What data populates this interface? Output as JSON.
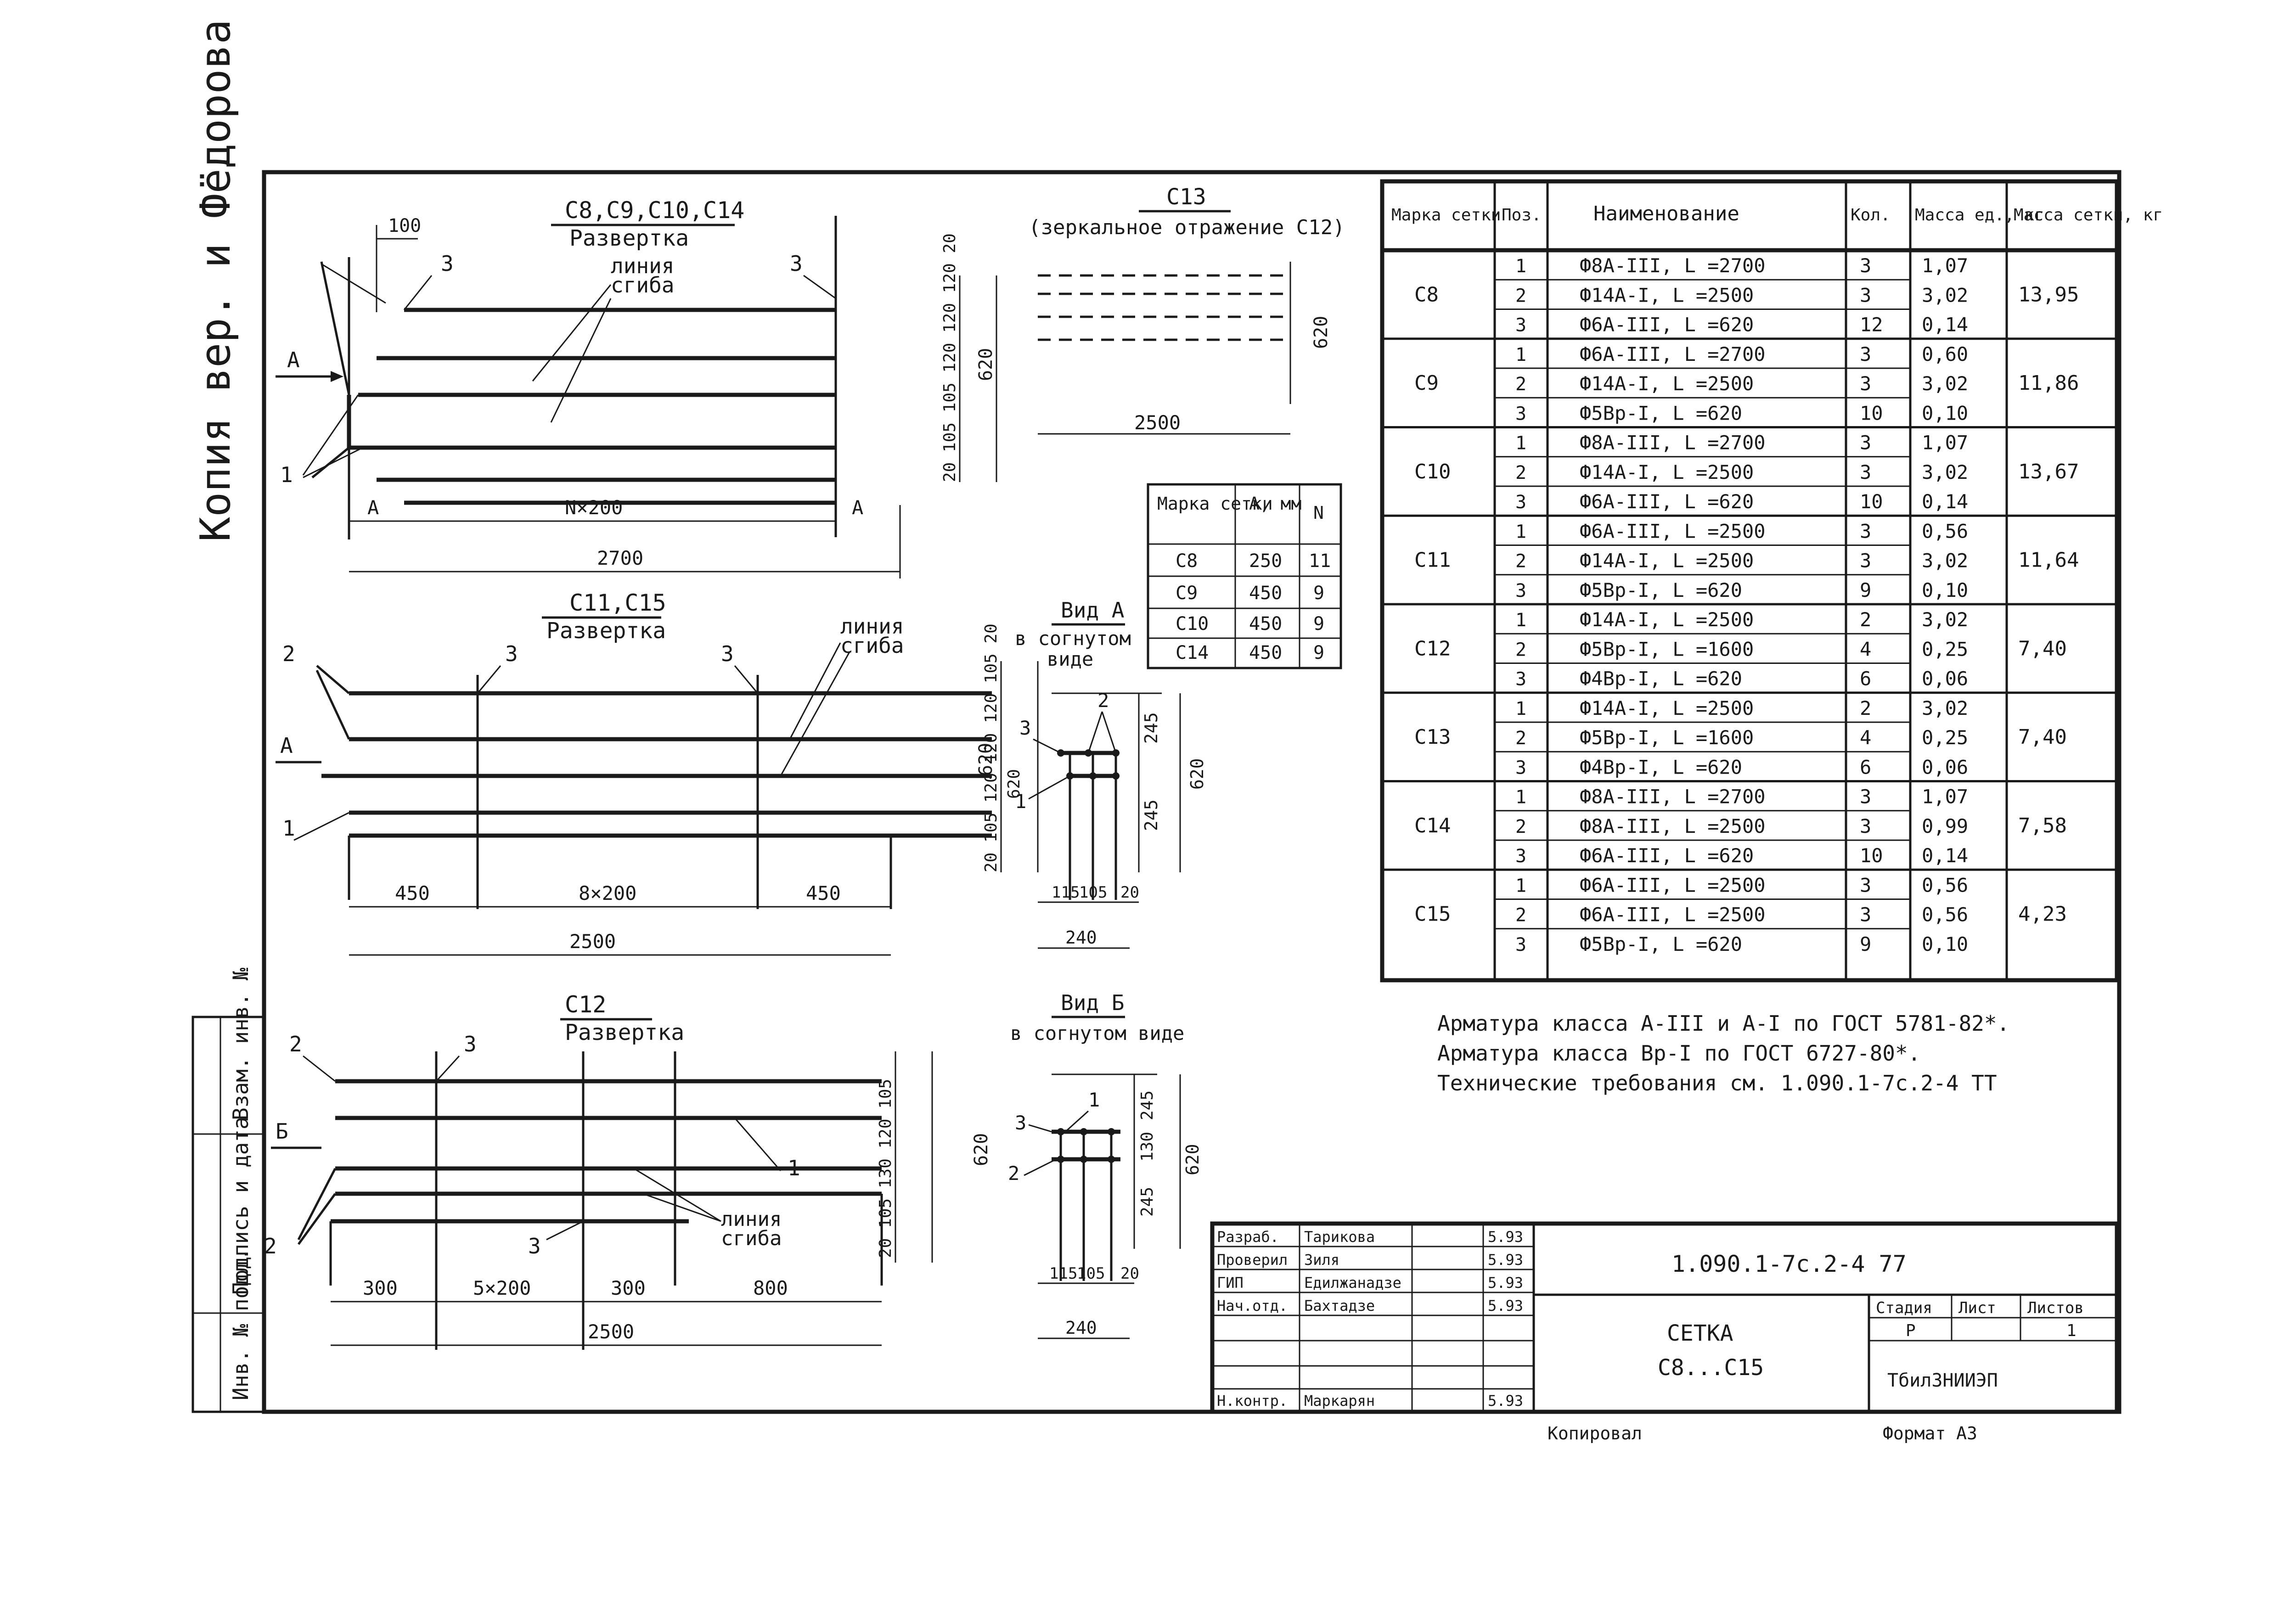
{
  "margin_text": {
    "copy_note": "Копия вер. и Фёдорова",
    "inv_no": "Инв. № подл.",
    "sign_date": "Подпись и дата",
    "replace_inv": "Взам. инв. №"
  },
  "drawing1": {
    "title": "С8,С9,С10,С14",
    "subtitle": "Развертка",
    "label_100": "100",
    "bend_line": "линия\nсгиба",
    "callout_3": "3",
    "callout_1": "1",
    "view_arrow": "А",
    "dims_vertical": [
      "20",
      "120",
      "120",
      "120",
      "105",
      "105",
      "20"
    ],
    "dim_total_v": "620",
    "dim_A_left": "А",
    "dim_mid": "N×200",
    "dim_A_right": "А",
    "dim_total": "2700"
  },
  "drawing_c13": {
    "title": "С13",
    "subtitle": "(зеркальное отражение С12)",
    "dim_v": "620",
    "dim_h": "2500"
  },
  "small_table": {
    "headers": [
      "Марка сетки",
      "А, мм",
      "N"
    ],
    "rows": [
      [
        "С8",
        "250",
        "11"
      ],
      [
        "С9",
        "450",
        "9"
      ],
      [
        "С10",
        "450",
        "9"
      ],
      [
        "С14",
        "450",
        "9"
      ]
    ]
  },
  "drawing2": {
    "title": "С11,С15",
    "subtitle": "Развертка",
    "callout_2": "2",
    "callout_3a": "3",
    "callout_3b": "3",
    "callout_1": "1",
    "view_arrow": "А",
    "bend_line": "линия\nсгиба",
    "dims_vertical": [
      "20",
      "105",
      "120",
      "120",
      "120",
      "105",
      "20"
    ],
    "dim_total_v": "620",
    "dim_left": "450",
    "dim_mid": "8×200",
    "dim_right": "450",
    "dim_total": "2500"
  },
  "view_a": {
    "title": "Вид А",
    "subtitle": "в согнутом\nвиде",
    "callout_2": "2",
    "callout_3": "3",
    "callout_1": "1",
    "dim_245a": "245",
    "dim_245b": "245",
    "dim_620": "620",
    "dim_115": "115",
    "dim_105": "105",
    "dim_20": "20",
    "dim_240": "240"
  },
  "drawing3": {
    "title": "С12",
    "subtitle": "Развертка",
    "callout_2a": "2",
    "callout_2b": "2",
    "callout_3a": "3",
    "callout_3b": "3",
    "callout_1": "1",
    "view_arrow": "Б",
    "bend_line": "линия\nсгиба",
    "dims_vertical": [
      "105",
      "120",
      "130",
      "105",
      "20"
    ],
    "dim_total_v": "620",
    "dim_300a": "300",
    "dim_mid": "5×200",
    "dim_300b": "300",
    "dim_800": "800",
    "dim_total": "2500"
  },
  "view_b": {
    "title": "Вид Б",
    "subtitle": "в согнутом виде",
    "callout_1": "1",
    "callout_2": "2",
    "callout_3": "3",
    "dim_245a": "245",
    "dim_130": "130",
    "dim_245b": "245",
    "dim_620": "620",
    "dim_115": "115",
    "dim_105": "105",
    "dim_20": "20",
    "dim_240": "240"
  },
  "spec_table": {
    "headers": [
      "Марка сетки",
      "Поз.",
      "Наименование",
      "Кол.",
      "Масса ед., кг",
      "Масса сетки, кг"
    ],
    "groups": [
      {
        "mark": "С8",
        "mass": "13,95",
        "rows": [
          [
            "1",
            "Ф8А-III, L =2700",
            "3",
            "1,07"
          ],
          [
            "2",
            "Ф14А-I, L =2500",
            "3",
            "3,02"
          ],
          [
            "3",
            "Ф6А-III, L =620",
            "12",
            "0,14"
          ]
        ]
      },
      {
        "mark": "С9",
        "mass": "11,86",
        "rows": [
          [
            "1",
            "Ф6А-III, L =2700",
            "3",
            "0,60"
          ],
          [
            "2",
            "Ф14А-I, L =2500",
            "3",
            "3,02"
          ],
          [
            "3",
            "Ф5Вр-I, L =620",
            "10",
            "0,10"
          ]
        ]
      },
      {
        "mark": "С10",
        "mass": "13,67",
        "rows": [
          [
            "1",
            "Ф8А-III, L =2700",
            "3",
            "1,07"
          ],
          [
            "2",
            "Ф14А-I, L =2500",
            "3",
            "3,02"
          ],
          [
            "3",
            "Ф6А-III, L =620",
            "10",
            "0,14"
          ]
        ]
      },
      {
        "mark": "С11",
        "mass": "11,64",
        "rows": [
          [
            "1",
            "Ф6А-III, L =2500",
            "3",
            "0,56"
          ],
          [
            "2",
            "Ф14А-I, L =2500",
            "3",
            "3,02"
          ],
          [
            "3",
            "Ф5Вр-I, L =620",
            "9",
            "0,10"
          ]
        ]
      },
      {
        "mark": "С12",
        "mass": "7,40",
        "rows": [
          [
            "1",
            "Ф14А-I, L =2500",
            "2",
            "3,02"
          ],
          [
            "2",
            "Ф5Вр-I, L =1600",
            "4",
            "0,25"
          ],
          [
            "3",
            "Ф4Вр-I, L =620",
            "6",
            "0,06"
          ]
        ]
      },
      {
        "mark": "С13",
        "mass": "7,40",
        "rows": [
          [
            "1",
            "Ф14А-I, L =2500",
            "2",
            "3,02"
          ],
          [
            "2",
            "Ф5Вр-I, L =1600",
            "4",
            "0,25"
          ],
          [
            "3",
            "Ф4Вр-I, L =620",
            "6",
            "0,06"
          ]
        ]
      },
      {
        "mark": "С14",
        "mass": "7,58",
        "rows": [
          [
            "1",
            "Ф8А-III, L =2700",
            "3",
            "1,07"
          ],
          [
            "2",
            "Ф8А-III, L =2500",
            "3",
            "0,99"
          ],
          [
            "3",
            "Ф6А-III, L =620",
            "10",
            "0,14"
          ]
        ]
      },
      {
        "mark": "С15",
        "mass": "4,23",
        "rows": [
          [
            "1",
            "Ф6А-III, L =2500",
            "3",
            "0,56"
          ],
          [
            "2",
            "Ф6А-III, L =2500",
            "3",
            "0,56"
          ],
          [
            "3",
            "Ф5Вр-I, L =620",
            "9",
            "0,10"
          ]
        ]
      }
    ]
  },
  "notes": [
    "Арматура класса А-III и А-I по ГОСТ 5781-82*.",
    "Арматура класса Вр-I по ГОСТ 6727-80*.",
    "Технические требования см. 1.090.1-7с.2-4 ТТ"
  ],
  "title_block": {
    "roles": [
      "Разраб.",
      "Проверил",
      "ГИП",
      "Нач.отд.",
      "",
      "",
      "Н.контр."
    ],
    "names": [
      "Тарикова",
      "Зиля",
      "Едилжанадзе",
      "Бахтадзе",
      "",
      "",
      "Маркарян"
    ],
    "dates": [
      "5.93",
      "5.93",
      "5.93",
      "5.93",
      "",
      "",
      "5.93"
    ],
    "doc_code": "1.090.1-7с.2-4 77",
    "doc_title": "СЕТКА",
    "doc_subtitle": "С8...С15",
    "stage_label": "Стадия",
    "sheet_label": "Лист",
    "sheets_label": "Листов",
    "stage_value": "Р",
    "sheets_value": "1",
    "org": "ТбилЗНИИЭП"
  },
  "footer": {
    "copied": "Копировал",
    "format": "Формат А3"
  }
}
